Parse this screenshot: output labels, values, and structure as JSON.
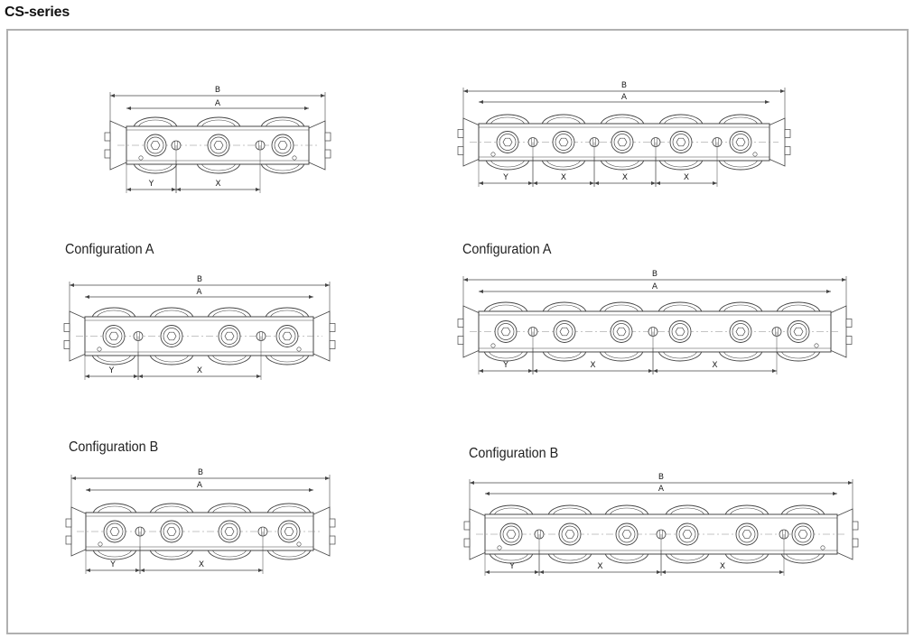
{
  "page_title": "CS-series",
  "configurations": [
    {
      "label": ""
    },
    {
      "label": ""
    },
    {
      "label": "Configuration A"
    },
    {
      "label": "Configuration A"
    },
    {
      "label": "Configuration B"
    },
    {
      "label": "Configuration B"
    }
  ],
  "dimensions": {
    "overall": "B",
    "rail": "A",
    "end_spacing": "Y",
    "spacing": "X"
  },
  "colors": {
    "frame": "#b0b0b0",
    "line": "#444444"
  }
}
